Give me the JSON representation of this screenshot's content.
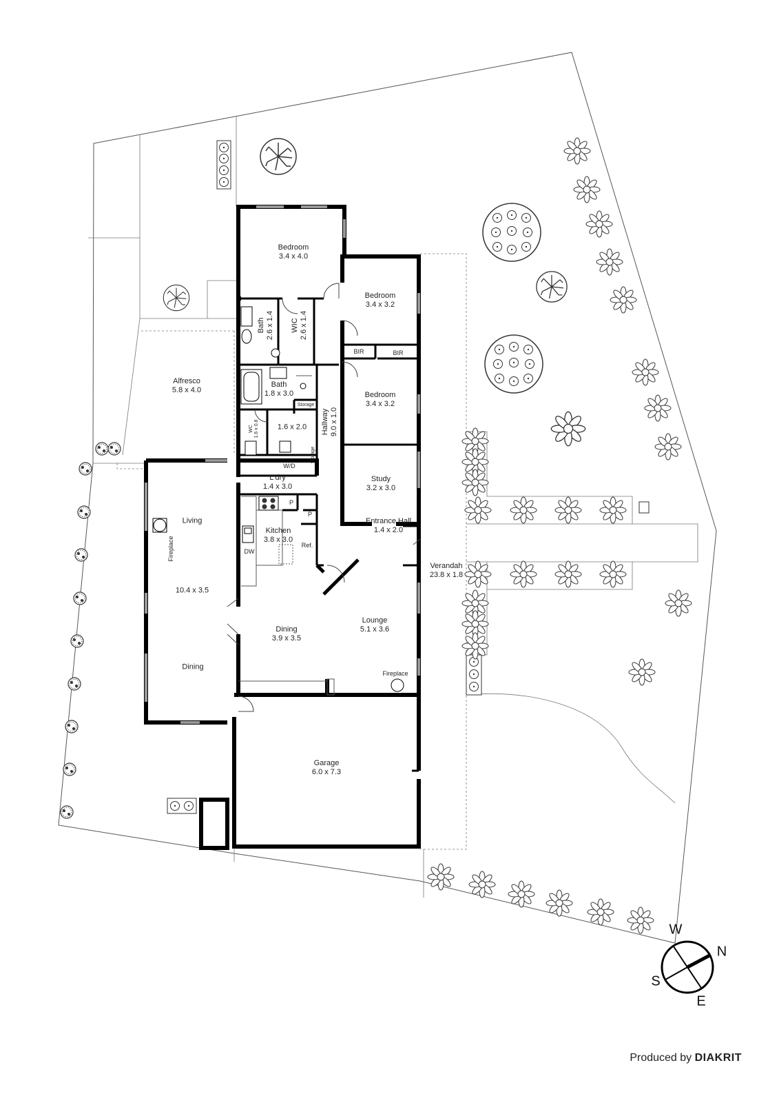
{
  "rooms": {
    "bedroom1": {
      "name": "Bedroom",
      "dims": "3.4 x 4.0"
    },
    "bedroom2": {
      "name": "Bedroom",
      "dims": "3.4 x 3.2"
    },
    "bedroom3": {
      "name": "Bedroom",
      "dims": "3.4 x 3.2"
    },
    "bath1": {
      "name": "Bath",
      "dims": "2.6 x 1.4"
    },
    "wic": {
      "name": "WIC",
      "dims": "2.6 x 1.4"
    },
    "bath2": {
      "name": "Bath",
      "dims": "1.8 x 3.0"
    },
    "storage1": {
      "name": "Storage"
    },
    "storage2": {
      "name": "Storage"
    },
    "wc": {
      "name": "WC",
      "dims": "1.6 x 0.8"
    },
    "passage": {
      "dims": "1.6 x 2.0"
    },
    "alfresco": {
      "name": "Alfresco",
      "dims": "5.8 x 4.0"
    },
    "hallway": {
      "name": "Hallway",
      "dims": "9.0 x 1.0"
    },
    "bir1": {
      "name": "BIR"
    },
    "bir2": {
      "name": "BIR"
    },
    "wd": {
      "name": "W/D"
    },
    "laundry": {
      "name": "L'dry",
      "dims": "1.4 x 3.0"
    },
    "study": {
      "name": "Study",
      "dims": "3.2 x 3.0"
    },
    "living": {
      "name": "Living",
      "dims": "10.4 x 3.5",
      "dining_label": "Dining"
    },
    "fireplace1": {
      "name": "Fireplace"
    },
    "kitchen": {
      "name": "Kitchen",
      "dims": "3.8 x 3.0"
    },
    "pantry1": {
      "name": "P"
    },
    "pantry2": {
      "name": "P"
    },
    "dw": {
      "name": "DW"
    },
    "ref": {
      "name": "Ref."
    },
    "entrance": {
      "name": "Entrance Hall",
      "dims": "1.4 x 2.0"
    },
    "dining": {
      "name": "Dining",
      "dims": "3.9 x 3.5"
    },
    "lounge": {
      "name": "Lounge",
      "dims": "5.1 x 3.6"
    },
    "fireplace2": {
      "name": "Fireplace"
    },
    "verandah": {
      "name": "Verandah",
      "dims": "23.8 x 1.8"
    },
    "garage": {
      "name": "Garage",
      "dims": "6.0 x 7.3"
    }
  },
  "compass": {
    "w": "W",
    "n": "N",
    "s": "S",
    "e": "E"
  },
  "credit": {
    "prefix": "Produced by",
    "brand": "DIAKRIT"
  },
  "colors": {
    "wall": "#000000",
    "line": "#777777",
    "window": "#999999"
  }
}
